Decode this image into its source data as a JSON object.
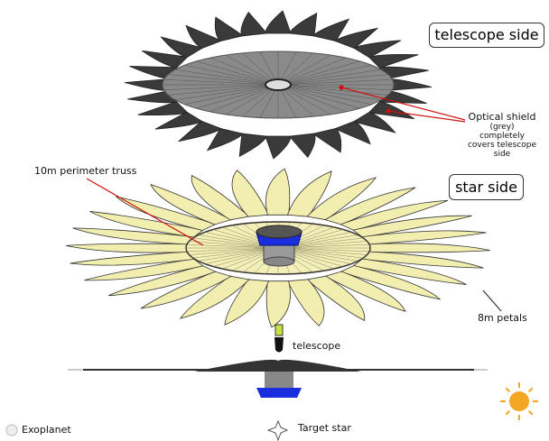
{
  "labels": {
    "telescope_side": "telescope side",
    "star_side": "star side",
    "optical_shield_title": "Optical shield",
    "optical_shield_lines": [
      "(grey)",
      "completely",
      "covers telescope",
      "side"
    ],
    "perimeter_truss": "10m perimeter truss",
    "petals": "8m petals",
    "telescope": "telescope"
  },
  "legend": {
    "exoplanet": "Exoplanet",
    "target_star": "Target star"
  },
  "colors": {
    "petal_dark": "#3a3a3a",
    "shield_grey": "#8a8a8a",
    "petal_yellow": "#f2eeb0",
    "hub_blue": "#1a2ee0",
    "arrow_red": "#d01010",
    "sun": "#f5a623"
  }
}
